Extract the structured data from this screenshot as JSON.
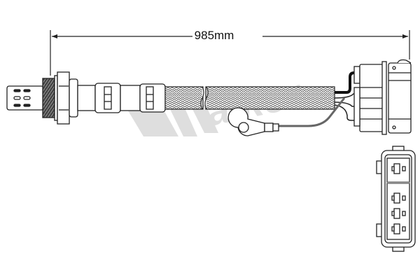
{
  "drawing": {
    "subject": "Oxygen sensor with cable and 4-pin connector",
    "dimension": {
      "label": "985mm",
      "value": 985,
      "unit": "mm"
    },
    "watermark": {
      "text": "Walker",
      "color": "#d9d9d9"
    },
    "colors": {
      "line": "#222222",
      "fill": "#ffffff",
      "braid": "#555555",
      "watermark": "#d9d9d9"
    }
  }
}
